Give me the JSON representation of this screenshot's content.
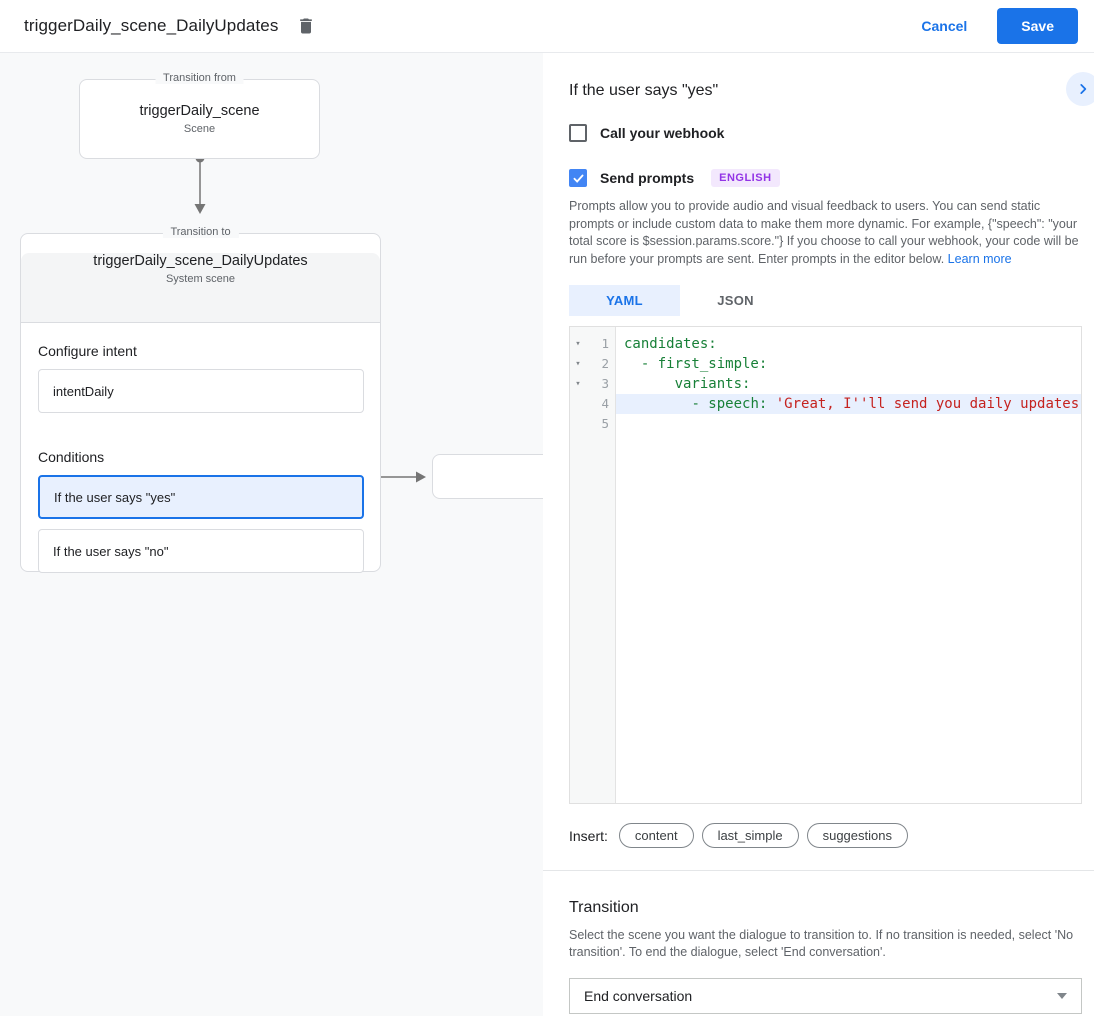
{
  "colors": {
    "accent_blue": "#1a73e8",
    "checkbox_blue": "#4285f4",
    "selected_bg": "#e8f0fe",
    "yaml_key_green": "#188038",
    "yaml_string_red": "#c5221f",
    "badge_purple": "#9334e6",
    "badge_bg": "#f3e8fd",
    "canvas_bg": "#f8f9fa"
  },
  "header": {
    "title": "triggerDaily_scene_DailyUpdates",
    "cancel_label": "Cancel",
    "save_label": "Save"
  },
  "canvas": {
    "from_node": {
      "legend": "Transition from",
      "title": "triggerDaily_scene",
      "subtitle": "Scene"
    },
    "to_node": {
      "legend": "Transition to",
      "title": "triggerDaily_scene_DailyUpdates",
      "subtitle": "System scene",
      "configure_intent_label": "Configure intent",
      "intent_value": "intentDaily",
      "conditions_label": "Conditions",
      "conditions": [
        {
          "label": "If the user says \"yes\"",
          "selected": true
        },
        {
          "label": "If the user says \"no\"",
          "selected": false
        }
      ]
    }
  },
  "panel": {
    "title": "If the user says \"yes\"",
    "webhook_label": "Call your webhook",
    "webhook_checked": false,
    "send_prompts_label": "Send prompts",
    "send_prompts_checked": true,
    "language_badge": "ENGLISH",
    "description": "Prompts allow you to provide audio and visual feedback to users. You can send static prompts or include custom data to make them more dynamic. For example, {\"speech\": \"your total score is $session.params.score.\"} If you choose to call your webhook, your code will be run before your prompts are sent. Enter prompts in the editor below. ",
    "learn_more": "Learn more",
    "tabs": [
      {
        "label": "YAML",
        "active": true
      },
      {
        "label": "JSON",
        "active": false
      }
    ],
    "editor": {
      "lines": [
        {
          "num": 1,
          "fold": true,
          "active": false,
          "tokens": [
            [
              "k",
              "candidates:"
            ]
          ]
        },
        {
          "num": 2,
          "fold": true,
          "active": false,
          "tokens": [
            [
              "p",
              "  "
            ],
            [
              "k",
              "- first_simple:"
            ]
          ]
        },
        {
          "num": 3,
          "fold": true,
          "active": false,
          "tokens": [
            [
              "p",
              "      "
            ],
            [
              "k",
              "variants:"
            ]
          ]
        },
        {
          "num": 4,
          "fold": false,
          "active": true,
          "tokens": [
            [
              "p",
              "        "
            ],
            [
              "k",
              "- speech:"
            ],
            [
              "p",
              " "
            ],
            [
              "s",
              "'Great, I''ll send you daily updates."
            ]
          ]
        },
        {
          "num": 5,
          "fold": false,
          "active": false,
          "tokens": []
        }
      ]
    },
    "insert_label": "Insert:",
    "insert_chips": [
      "content",
      "last_simple",
      "suggestions"
    ],
    "transition": {
      "title": "Transition",
      "description": "Select the scene you want the dialogue to transition to. If no transition is needed, select 'No transition'. To end the dialogue, select 'End conversation'.",
      "selected_value": "End conversation"
    }
  }
}
